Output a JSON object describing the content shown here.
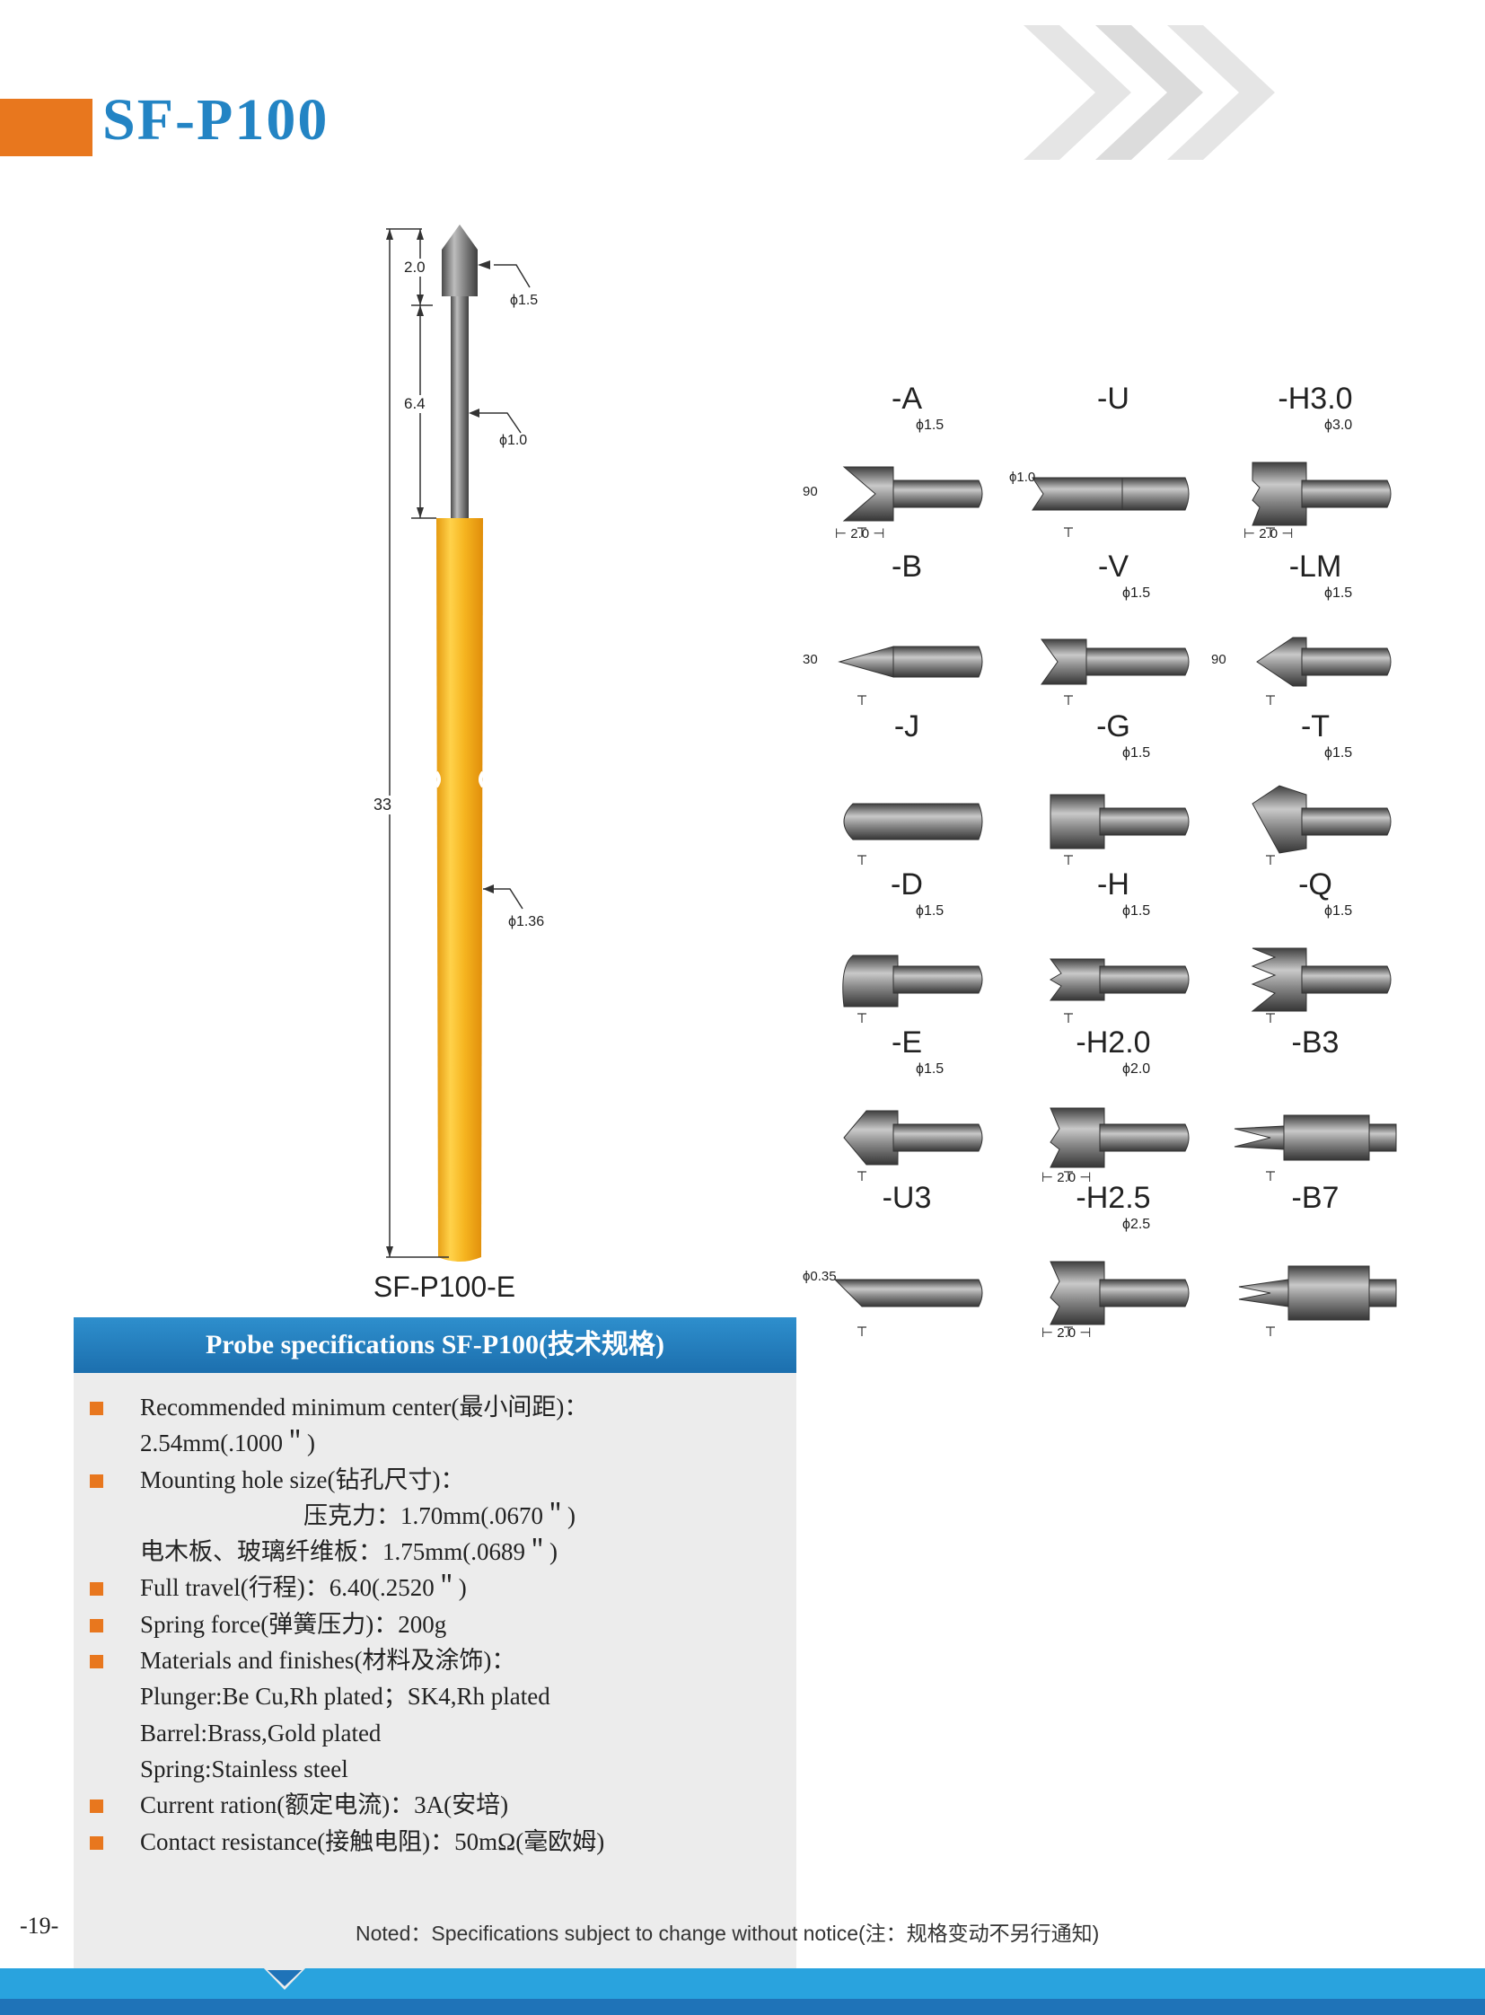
{
  "header": {
    "title": "SF-P100"
  },
  "main_probe": {
    "caption": "SF-P100-E",
    "dimensions": {
      "tip_length": "2.0",
      "tip_diameter": "ϕ1.5",
      "plunger_length": "6.4",
      "plunger_diameter": "ϕ1.0",
      "total_length": "33",
      "barrel_diameter": "ϕ1.36"
    },
    "colors": {
      "barrel": "#f2b61c",
      "plunger": "#7d7d7d"
    }
  },
  "tips": [
    {
      "code": "-A",
      "dim": "ϕ1.5",
      "angle": "90",
      "length": "2.0"
    },
    {
      "code": "-U",
      "dim": "ϕ1.0"
    },
    {
      "code": "-H3.0",
      "dim": "ϕ3.0",
      "length": "2.0"
    },
    {
      "code": "-B",
      "angle": "30"
    },
    {
      "code": "-V",
      "dim": "ϕ1.5"
    },
    {
      "code": "-LM",
      "dim": "ϕ1.5",
      "angle": "90"
    },
    {
      "code": "-J"
    },
    {
      "code": "-G",
      "dim": "ϕ1.5"
    },
    {
      "code": "-T",
      "dim": "ϕ1.5"
    },
    {
      "code": "-D",
      "dim": "ϕ1.5"
    },
    {
      "code": "-H",
      "dim": "ϕ1.5"
    },
    {
      "code": "-Q",
      "dim": "ϕ1.5"
    },
    {
      "code": "-E",
      "dim": "ϕ1.5"
    },
    {
      "code": "-H2.0",
      "dim": "ϕ2.0",
      "length": "2.0"
    },
    {
      "code": "-B3"
    },
    {
      "code": "-U3",
      "dim": "ϕ0.35"
    },
    {
      "code": "-H2.5",
      "dim": "ϕ2.5",
      "length": "2.0"
    },
    {
      "code": "-B7"
    }
  ],
  "specs": {
    "title": "Probe specifications SF-P100(技术规格)",
    "lines": [
      {
        "text": "Recommended minimum center(最小间距)：",
        "bullet": true
      },
      {
        "text": "2.54mm(.1000＂)",
        "bullet": false
      },
      {
        "text": "Mounting hole size(钻孔尺寸)：",
        "bullet": true
      },
      {
        "text": "压克力：1.70mm(.0670＂)",
        "bullet": false,
        "indent": true
      },
      {
        "text": "电木板、玻璃纤维板：1.75mm(.0689＂)",
        "bullet": false
      },
      {
        "text": "Full travel(行程)：6.40(.2520＂)",
        "bullet": true
      },
      {
        "text": "Spring force(弹簧压力)：200g",
        "bullet": true
      },
      {
        "text": "Materials and finishes(材料及涂饰)：",
        "bullet": true
      },
      {
        "text": "Plunger:Be Cu,Rh plated；SK4,Rh plated",
        "bullet": false
      },
      {
        "text": "Barrel:Brass,Gold plated",
        "bullet": false
      },
      {
        "text": "Spring:Stainless steel",
        "bullet": false
      },
      {
        "text": "Current ration(额定电流)：3A(安培)",
        "bullet": true
      },
      {
        "text": "Contact resistance(接触电阻)：50mΩ(毫欧姆)",
        "bullet": true
      }
    ]
  },
  "footer": {
    "page_number": "-19-",
    "note": "Noted：Specifications subject to change without notice(注：规格变动不另行通知)"
  }
}
